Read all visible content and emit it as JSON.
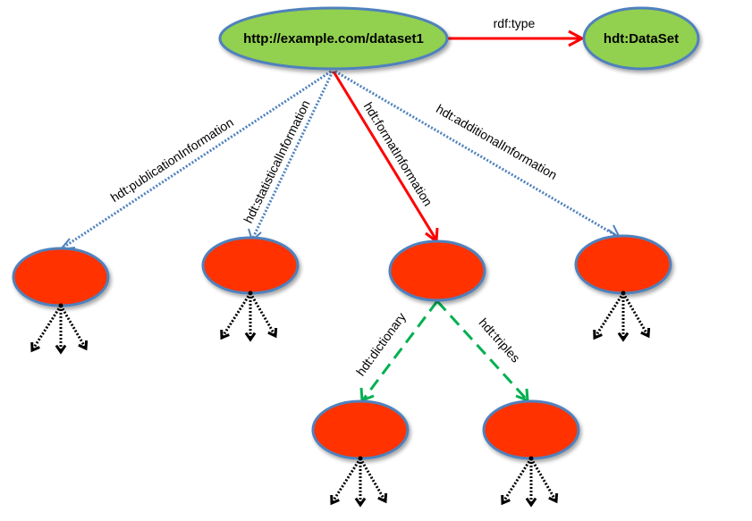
{
  "colors": {
    "green_fill": "#92D050",
    "red_fill": "#FF3300",
    "node_stroke": "#4F81BD",
    "red_edge": "#FF0000",
    "blue_edge": "#4F81BD",
    "green_edge": "#00B050",
    "black_edge": "#000000"
  },
  "nodes": {
    "root": {
      "label": "http://example.com/dataset1",
      "kind": "green"
    },
    "dataset_type": {
      "label": "hdt:DataSet",
      "kind": "green"
    },
    "publication": {
      "label": "",
      "kind": "red"
    },
    "statistical": {
      "label": "",
      "kind": "red"
    },
    "format": {
      "label": "",
      "kind": "red"
    },
    "additional": {
      "label": "",
      "kind": "red"
    },
    "dictionary": {
      "label": "",
      "kind": "red"
    },
    "triples": {
      "label": "",
      "kind": "red"
    }
  },
  "edges": [
    {
      "id": "rdf-type",
      "from": "root",
      "to": "dataset_type",
      "label": "rdf:type",
      "style": "solid-red"
    },
    {
      "id": "publication-information",
      "from": "root",
      "to": "publication",
      "label": "hdt:publicationInformation",
      "style": "dotted-blue"
    },
    {
      "id": "statistical-information",
      "from": "root",
      "to": "statistical",
      "label": "hdt:statisticalInformation",
      "style": "dotted-blue"
    },
    {
      "id": "format-information",
      "from": "root",
      "to": "format",
      "label": "hdt:formatInformation",
      "style": "solid-red"
    },
    {
      "id": "additional-information",
      "from": "root",
      "to": "additional",
      "label": "hdt:additionalInformation",
      "style": "dotted-blue"
    },
    {
      "id": "dictionary",
      "from": "format",
      "to": "dictionary",
      "label": "hdt:dictionary",
      "style": "dashed-green"
    },
    {
      "id": "triples",
      "from": "format",
      "to": "triples",
      "label": "hdt:triples",
      "style": "dashed-green"
    }
  ],
  "continuation_arrows": {
    "count_per_node": 3,
    "nodes": [
      "publication",
      "statistical",
      "additional",
      "dictionary",
      "triples"
    ],
    "style": "dotted-black"
  }
}
